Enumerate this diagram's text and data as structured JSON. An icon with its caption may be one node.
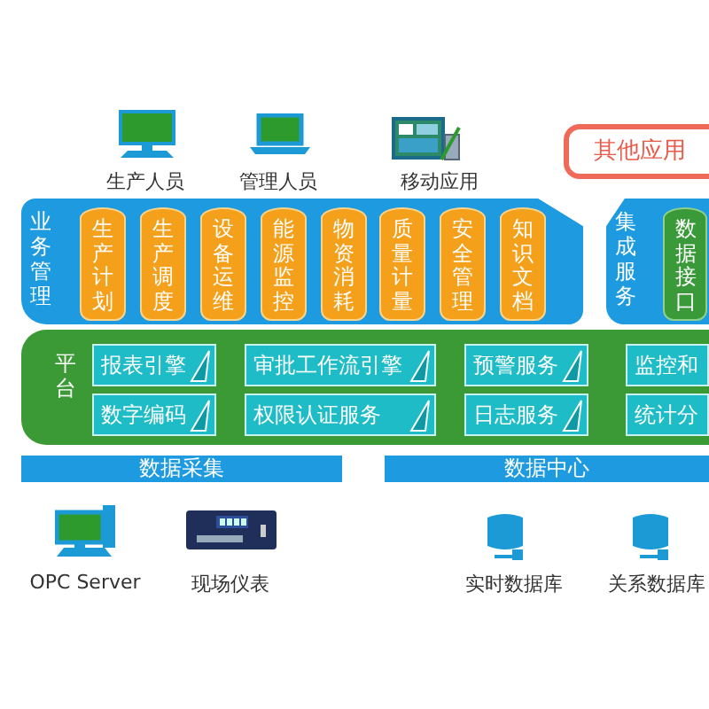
{
  "diagram": {
    "nodes": [
      {
        "text": [
          "其他应用"
        ]
      },
      {
        "text": [
          "业务管理"
        ]
      },
      {
        "text": [
          "生产计划"
        ],
        "in": 1
      },
      {
        "text": [
          "生产调度"
        ],
        "in": 1
      },
      {
        "text": [
          "设备运维"
        ],
        "in": 1
      },
      {
        "text": [
          "能源监控"
        ],
        "in": 1
      },
      {
        "text": [
          "物资消耗"
        ],
        "in": 1
      },
      {
        "text": [
          "质量计量"
        ],
        "in": 1
      },
      {
        "text": [
          "安全管理"
        ],
        "in": 1
      },
      {
        "text": [
          "知识文档"
        ],
        "in": 1
      },
      {
        "text": [
          "集成服务"
        ]
      },
      {
        "text": [
          "数据接口"
        ],
        "in": 10
      },
      {
        "text": [
          "平台"
        ]
      },
      {
        "text": [
          "报表引擎"
        ],
        "in": 12
      },
      {
        "text": [
          "审批工作流引擎"
        ],
        "in": 12
      },
      {
        "text": [
          "预警服务"
        ],
        "in": 12
      },
      {
        "text": [
          "监控和"
        ],
        "in": 12
      },
      {
        "text": [
          "数字编码"
        ],
        "in": 12
      },
      {
        "text": [
          "权限认证服务"
        ],
        "in": 12
      },
      {
        "text": [
          "日志服务"
        ],
        "in": 12
      },
      {
        "text": [
          "统计分"
        ],
        "in": 12
      },
      {
        "text": [
          "数据采集"
        ]
      },
      {
        "text": [
          "数据中心"
        ]
      }
    ],
    "edges": [],
    "labels": [
      "生产人员",
      "管理人员",
      "移动应用",
      "OPC Server",
      "现场仪表",
      "实时数据库",
      "关系数据库"
    ]
  }
}
